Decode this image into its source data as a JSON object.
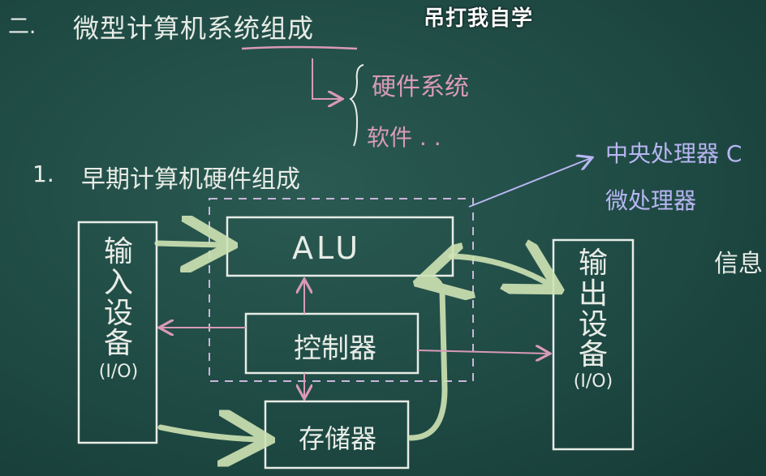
{
  "watermark": "吊打我自学",
  "heading": {
    "number": "二.",
    "text": "微型计算机系统组成"
  },
  "branch": {
    "hardware": "硬件系统",
    "software": "软件 . ."
  },
  "subheading": {
    "number": "1.",
    "text": "早期计算机硬件组成"
  },
  "side_notes": {
    "cpu": "中央处理器 C",
    "micro": "微处理器",
    "info": "信息"
  },
  "blocks": {
    "input": {
      "chars": [
        "输",
        "入",
        "设",
        "备"
      ],
      "tag": "(I/O)"
    },
    "alu": "ALU",
    "controller": "控制器",
    "memory": "存储器",
    "output": {
      "chars": [
        "输",
        "出",
        "设",
        "备"
      ],
      "tag": "(I/O)"
    }
  },
  "colors": {
    "board": "#1f4a44",
    "chalk_white": "#e8ece6",
    "chalk_pink": "#d99ab6",
    "chalk_blue": "#b8b6f2",
    "chalk_green": "#cfe3b4"
  }
}
